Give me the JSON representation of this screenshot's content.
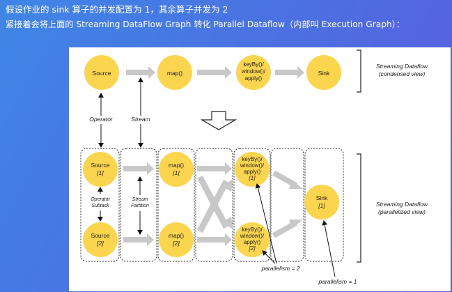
{
  "header": {
    "line1": "假设作业的 sink 算子的并发配置为 1，其余算子并发为 2",
    "line2": "紧接着会将上面的 Streaming DataFlow Graph 转化 Parallel Dataflow（内部叫 Execution Graph）："
  },
  "condensed": {
    "nodes": [
      {
        "lines": [
          "Source"
        ]
      },
      {
        "lines": [
          "map()"
        ]
      },
      {
        "lines": [
          "keyBy()/",
          "window()/",
          "apply()"
        ]
      },
      {
        "lines": [
          "Sink"
        ]
      }
    ],
    "label": [
      "Streaming Dataflow",
      "(condensed view)"
    ]
  },
  "annotations": {
    "operator": "Operator",
    "stream": "Stream",
    "operator_subtask": [
      "Operator",
      "Subtask"
    ],
    "stream_partition": [
      "Stream",
      "Partition"
    ],
    "parallelism_2": "parallelism = 2",
    "parallelism_1": "parallelism = 1"
  },
  "parallel": {
    "source1": [
      "Source",
      "[1]"
    ],
    "source2": [
      "Source",
      "[2]"
    ],
    "map1": [
      "map()",
      "[1]"
    ],
    "map2": [
      "map()",
      "[2]"
    ],
    "window1": [
      "keyBy()/",
      "window()/",
      "apply()",
      "[1]"
    ],
    "window2": [
      "keyBy()/",
      "window()/",
      "apply()",
      "[2]"
    ],
    "sink1": [
      "Sink",
      "[1]"
    ],
    "label": [
      "Streaming Dataflow",
      "(parallelized view)"
    ]
  },
  "colors": {
    "node_fill": "#fbd54e",
    "arrow_fill": "#c8c8c8",
    "panel": "#ffffff",
    "text_dark": "#1a1a1a"
  }
}
